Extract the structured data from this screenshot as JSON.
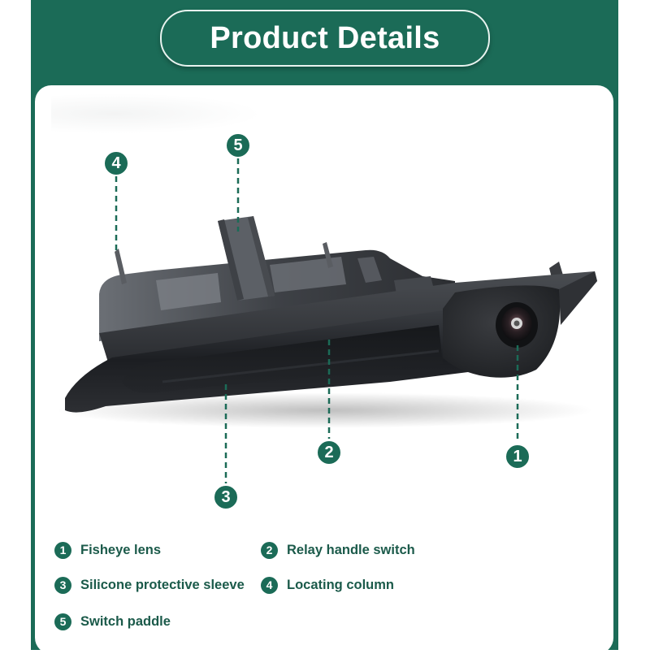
{
  "header": {
    "title": "Product Details"
  },
  "colors": {
    "brand_green": "#1b6b57",
    "label_green": "#1b5a4a",
    "card_bg": "#ffffff"
  },
  "callouts": [
    {
      "number": "1",
      "part": "fisheye-lens"
    },
    {
      "number": "2",
      "part": "relay-handle-switch"
    },
    {
      "number": "3",
      "part": "silicone-protective-sleeve"
    },
    {
      "number": "4",
      "part": "locating-column"
    },
    {
      "number": "5",
      "part": "switch-paddle"
    }
  ],
  "legend": [
    {
      "number": "1",
      "label": "Fisheye lens"
    },
    {
      "number": "2",
      "label": "Relay handle switch"
    },
    {
      "number": "3",
      "label": "Silicone protective sleeve"
    },
    {
      "number": "4",
      "label": "Locating column"
    },
    {
      "number": "5",
      "label": "Switch paddle"
    }
  ]
}
